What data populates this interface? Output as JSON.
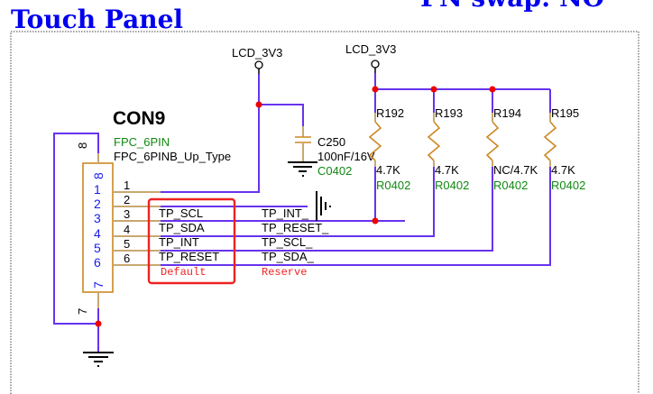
{
  "sheet": {
    "title": "Touch Panel",
    "header_right": "PN swap:  NO"
  },
  "colors": {
    "wire": "#6633ee",
    "junction": "#ee0000",
    "component": "#cc8822",
    "title": "#0000ee",
    "footprint_text": "#118811",
    "note_text": "#ee2222",
    "highlight_box": "#ee2222"
  },
  "power": [
    {
      "net": "LCD_3V3"
    },
    {
      "net": "LCD_3V3"
    }
  ],
  "connector": {
    "refdes": "CON9",
    "value": "FPC_6PIN",
    "part": "FPC_6PINB_Up_Type",
    "inner_pins": [
      "8",
      "1",
      "2",
      "3",
      "4",
      "5",
      "6",
      "7"
    ],
    "outer_pins": [
      "1",
      "2",
      "3",
      "4",
      "5",
      "6"
    ],
    "side_pin_top": "8",
    "side_pin_bottom": "7"
  },
  "signals": {
    "default_label": "Default",
    "reserve_label": "Reserve",
    "default": [
      "TP_SCL",
      "TP_SDA",
      "TP_INT",
      "TP_RESET"
    ],
    "reserve": [
      "TP_INT_",
      "TP_RESET_",
      "TP_SCL_",
      "TP_SDA_"
    ]
  },
  "capacitor": {
    "refdes": "C250",
    "value": "100nF/16V",
    "footprint": "C0402"
  },
  "resistors": [
    {
      "refdes": "R192",
      "value": "4.7K",
      "footprint": "R0402"
    },
    {
      "refdes": "R193",
      "value": "4.7K",
      "footprint": "R0402"
    },
    {
      "refdes": "R194",
      "value": "NC/4.7K",
      "footprint": "R0402"
    },
    {
      "refdes": "R195",
      "value": "4.7K",
      "footprint": "R0402"
    }
  ]
}
